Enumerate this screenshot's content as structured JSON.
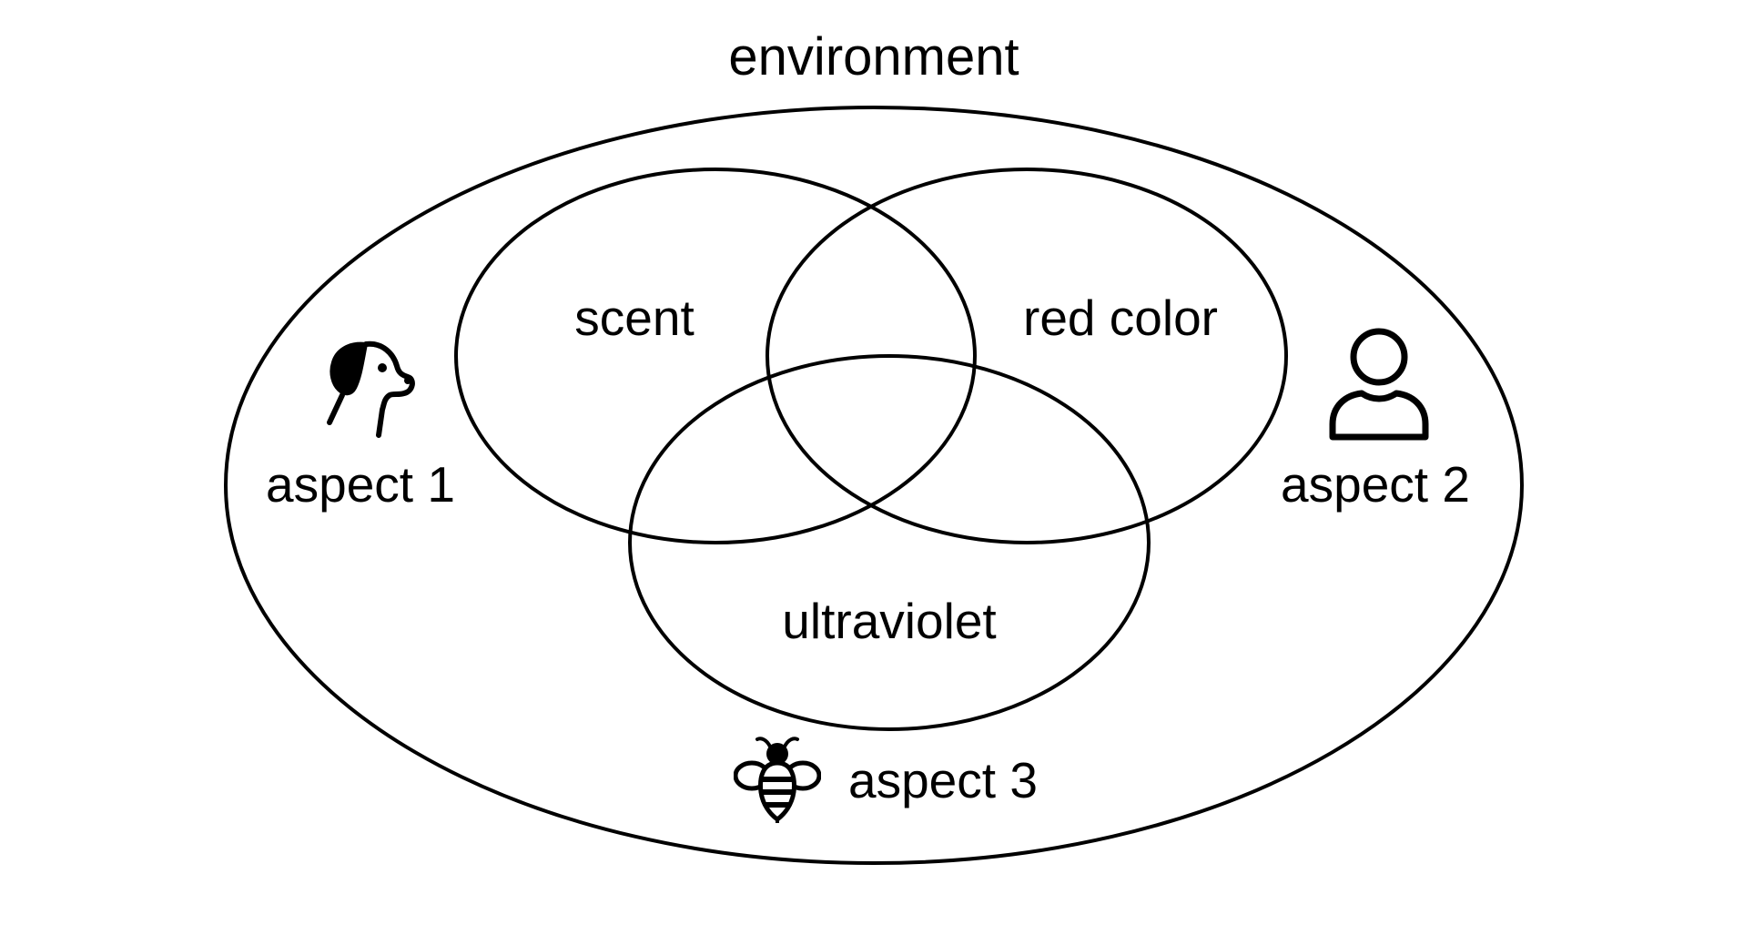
{
  "diagram": {
    "outer_label": "environment",
    "sets": [
      {
        "id": "scent",
        "label": "scent"
      },
      {
        "id": "red-color",
        "label": "red color"
      },
      {
        "id": "ultraviolet",
        "label": "ultraviolet"
      }
    ],
    "aspects": [
      {
        "label": "aspect 1",
        "icon": "dog-icon"
      },
      {
        "label": "aspect 2",
        "icon": "person-icon"
      },
      {
        "label": "aspect 3",
        "icon": "bee-icon"
      }
    ],
    "colors": {
      "stroke": "#000000",
      "text": "#000000",
      "background": "#ffffff"
    }
  }
}
